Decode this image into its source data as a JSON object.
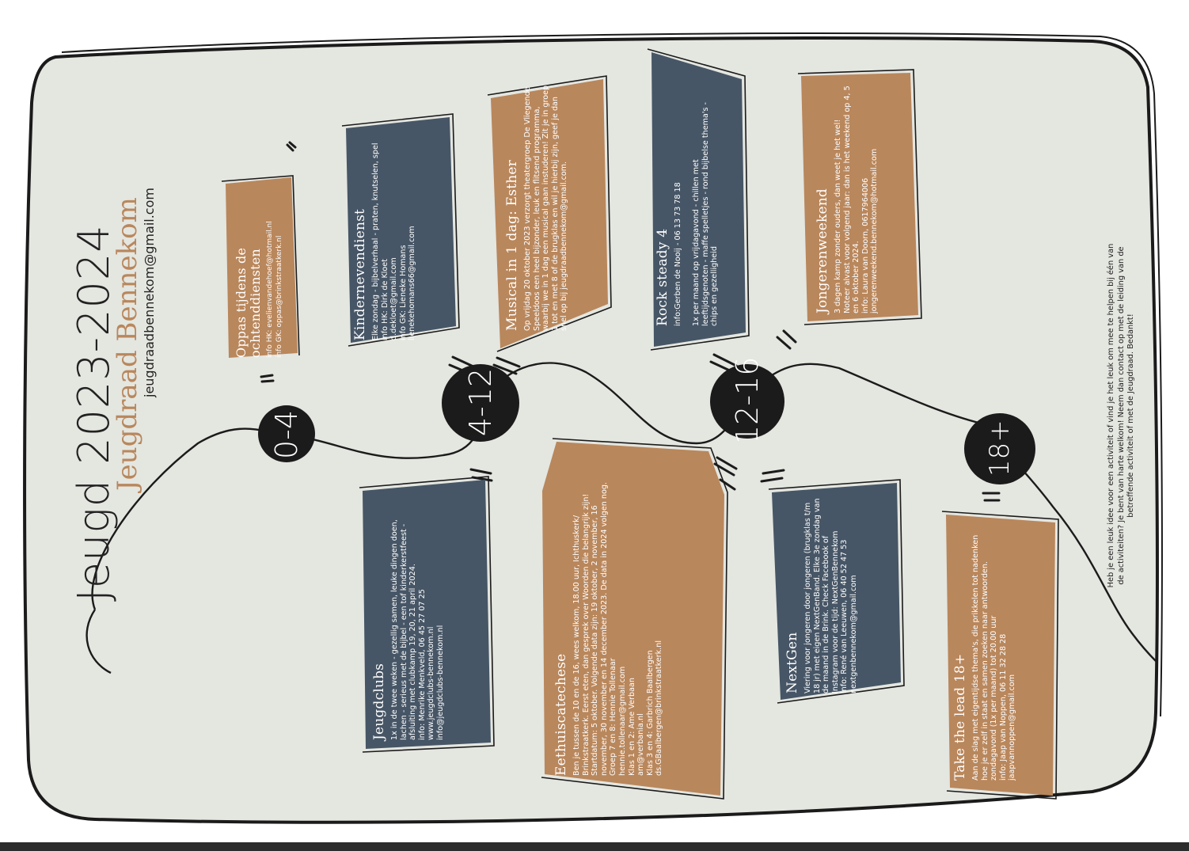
{
  "header": {
    "title": "Jeugd 2023-2024",
    "subtitle": "Jeugdraad Bennekom",
    "email": "jeugdraadbennekom@gmail.com"
  },
  "age_groups": [
    "0-4",
    "4-12",
    "12-16",
    "18+"
  ],
  "activities": {
    "oppas": {
      "title": "Oppas tijdens de ochtenddiensten",
      "body": "info HK: evelienvandehoef@hotmail.nl\ninfo GK: oppas@brinkstraatkerk.nl"
    },
    "kindernevendienst": {
      "title": "Kindernevendienst",
      "body": "Elke zondag - bijbelverhaal - praten, knutselen, spel\ninfo HK: Dirk de Kloet\n          d.dekloet@gmail.com\ninfo GK: Lieneke Homans\n          lienekehomans66@gmail.com"
    },
    "musical": {
      "title": "Musical in 1 dag: Esther",
      "body": "Op vrijdag 20 oktober 2023 verzorgt theatergroep De Vliegende Speeldoos een heel bijzonder, leuk en flitsend programma, waarbij we in 1 dag een musical gaan instuderen! Zit je in groep 1 tot en met 8 of de brugklas en wil je hierbij zijn, geef je dan snel op bij jeugdraadbennekom@gmail.com."
    },
    "rock_steady": {
      "title": "Rock steady 4",
      "body": "info:Gerben de Nooij -  06 13 73 78 18\n\n1x per maand op vrijdagavond - chillen met leeftijdsgenoten - maffe spelletjes - rond bijbelse thema's - chips en gezelligheid"
    },
    "jongerenweekend": {
      "title": "Jongerenweekend",
      "body": "3 dagen kamp zonder ouders, dan weet je het wel!\nNoteer alvast voor volgend jaar: dan is het weekend op 4, 5 en 6 oktober 2024.\ninfo: Laura van Doorn,  0617964006\n          jongerenweekend.bennekom@hotmail.com"
    },
    "jeugdclubs": {
      "title": "Jeugdclubs",
      "body": "1x in de twee weken - gezellig samen, leuke dingen doen, lachen - serieus met de bijbel - een tof kinderkerstfeest - afsluiting met clubkamp 19, 20, 21 april 2024.\ninfo: Menrike Menkveld, 06 45 27 07 25\n          www.jeugdclubs-bennekom.nl\n          info@jeugdclubs-bennekom.nl"
    },
    "eethuiscatechese": {
      "title": "Eethuiscatechese",
      "body": "Ben je tussen de 10 en de 16, wees welkom, 18.00 uur, Ichthuskerk/ Brinkstraatkerk. Eerst eten, dan gesprek over Woorden die belangrijk zijn! Startdatum: 5 oktober. Volgende data zijn: 19 oktober, 2 november, 16 november, 30 november en 14 december 2023. De data in 2024 volgen nog.\n  Groep 7 en 8: Hennie Tollenaar\n          hennie.tollenaar@gmail.com\n  Klas 1 en 2: Ame Verbaan\n          am@verbania.nl\n  Klas 3 en 4: Garbrich Baalbergen\n          ds.GBaalbergen@brinkstraatkerk.nl"
    },
    "nextgen": {
      "title": "NextGen",
      "body": "Viering voor jongeren door jongeren (brugklas t/m 18 jr) met eigen NextGenBand. Elke 3e zondag van de maand in de Brink. Check Facebook of Instagram voor de tijd: NextGenBennekom\ninfo: René van Leeuwen, 06 40 52 47 53\n          nextgenbennekom@gmail.com"
    },
    "take_the_lead": {
      "title": "Take the lead 18+",
      "body": "Aan de slag met eigentijdse thema's, die prikkelen tot nadenken hoe je er zelf in staat en samen zoeken naar antwoorden.\nzondagavond (1x per maand) tot 20.00 uur\ninfo: Jaap van Noppen, 06 11 32 28 28\n          jaapvannoppen@gmail.com"
    }
  },
  "footer_note": "Heb je een leuk idee voor een activiteit of vind je het leuk om mee te helpen bij één van de activiteiten? Je bent van harte welkom! Neem dan contact op met de leiding van de betreffende activiteit of met de Jeugdraad. Bedankt!",
  "colors": {
    "background": "#e4e6e0",
    "outline": "#1b1b1b",
    "brown": "#b9875c",
    "slate": "#475666",
    "accent_text": "#b9875c"
  }
}
